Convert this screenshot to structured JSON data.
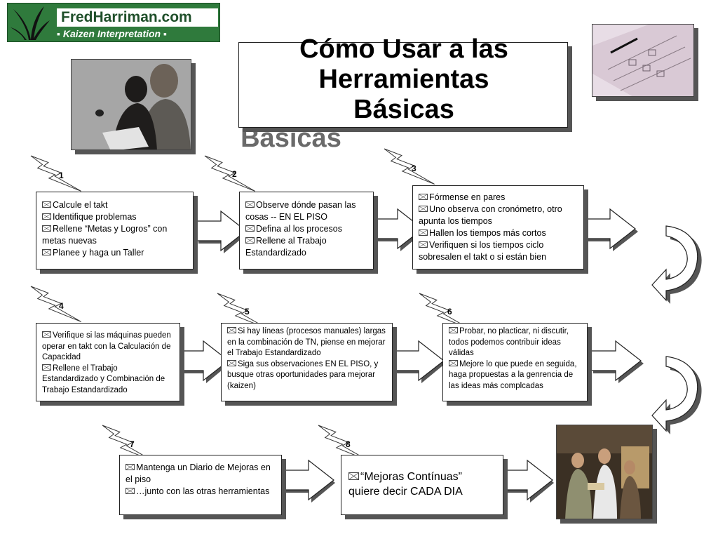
{
  "logo": {
    "name": "FredHarriman.com",
    "tagline": "Kaizen Interpretation"
  },
  "title": {
    "line1": "Cómo Usar a las",
    "line2": "Herramientas",
    "line3": "Básicas"
  },
  "icons": {
    "bullet": "envelope-icon",
    "step_marker": "lightning-bolt-icon",
    "next": "right-arrow-icon",
    "turn": "u-turn-arrow-icon"
  },
  "steps": [
    {
      "number": "1",
      "items": [
        "Calcule el takt",
        "Identifique problemas",
        "Rellene “Metas y Logros” con metas nuevas",
        "Planee y haga un Taller"
      ]
    },
    {
      "number": "2",
      "items": [
        "Observe dónde pasan las cosas -- EN EL PISO",
        "Defina al los procesos",
        "Rellene al Trabajo Estandardizado"
      ]
    },
    {
      "number": "3",
      "items": [
        "Fórmense en pares",
        "Uno observa con cronómetro, otro apunta los tiempos",
        "Hallen los tiempos más cortos",
        "Verifiquen si los tiempos ciclo sobresalen el takt o si están bien"
      ]
    },
    {
      "number": "4",
      "items": [
        "Verifique si las máquinas pueden operar en takt con la Calculación de Capacidad",
        "Rellene el Trabajo Estandardizado y Combinación de Trabajo Estandardizado"
      ]
    },
    {
      "number": "5",
      "items": [
        "Si hay líneas (procesos manuales) largas en la combinación de TN, piense en mejorar el Trabajo Estandardizado",
        "Siga sus observaciones EN EL PISO, y busque otras oportunidades para mejorar (kaizen)"
      ]
    },
    {
      "number": "6",
      "items": [
        "Probar, no placticar, ni discutir, todos podemos contribuir ideas válidas",
        "Mejore lo que puede en seguida, haga propuestas a la genrencia de las ideas más complcadas"
      ]
    },
    {
      "number": "7",
      "items": [
        "Mantenga un Diario de Mejoras en el piso",
        "…junto con las otras herramientas"
      ]
    },
    {
      "number": "8",
      "items": [
        "“Mejoras Contínuas” quiere decir CADA DIA"
      ]
    }
  ]
}
